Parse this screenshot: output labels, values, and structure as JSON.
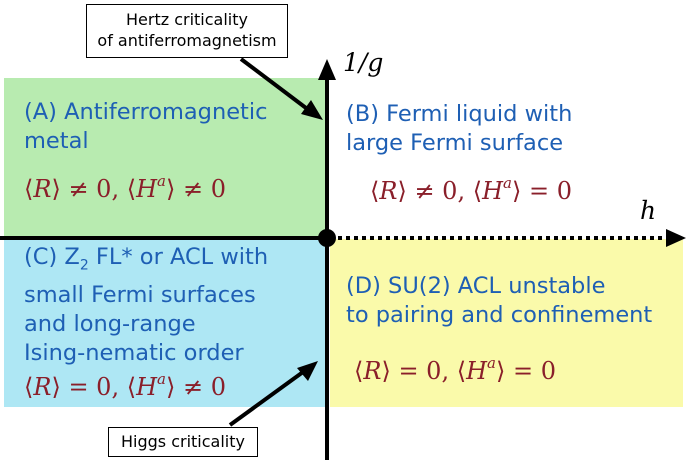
{
  "regions": {
    "a": {
      "lines": [
        "(A) Antiferromagnetic",
        "metal"
      ],
      "order": {
        "r_open": "⟨",
        "r": "R",
        "r_close": "⟩ ≠ 0,  ⟨",
        "h": "H",
        "sup": "a",
        "h_close": "⟩ ≠ 0"
      },
      "color": "#b8ebb0"
    },
    "b": {
      "lines": [
        "(B) Fermi liquid with",
        "large Fermi surface"
      ],
      "order": {
        "r_open": "⟨",
        "r": "R",
        "r_close": "⟩ ≠ 0,  ⟨",
        "h": "H",
        "sup": "a",
        "h_close": "⟩ = 0"
      },
      "color": "#ffffff"
    },
    "c": {
      "line1_prefix": "(C) Z",
      "line1_sub": "2",
      "line1_suffix": " FL* or ACL with",
      "lines": [
        "small Fermi surfaces",
        "and long-range",
        "Ising-nematic order"
      ],
      "order": {
        "r_open": "⟨",
        "r": "R",
        "r_close": "⟩ = 0,  ⟨",
        "h": "H",
        "sup": "a",
        "h_close": "⟩ ≠ 0"
      },
      "color": "#aee7f4"
    },
    "d": {
      "lines": [
        "(D) SU(2) ACL unstable",
        "to pairing and confinement"
      ],
      "order": {
        "r_open": "⟨",
        "r": "R",
        "r_close": "⟩ = 0,  ⟨",
        "h": "H",
        "sup": "a",
        "h_close": "⟩ = 0"
      },
      "color": "#fafaaa"
    }
  },
  "callouts": {
    "hertz": [
      "Hertz criticality",
      "of antiferromagnetism"
    ],
    "higgs": [
      "Higgs criticality"
    ]
  },
  "axes": {
    "vertical": "1/g",
    "horizontal": "h"
  },
  "colors": {
    "phase_text": "#1e5fb4",
    "order_parameter": "#8a1f2a"
  }
}
